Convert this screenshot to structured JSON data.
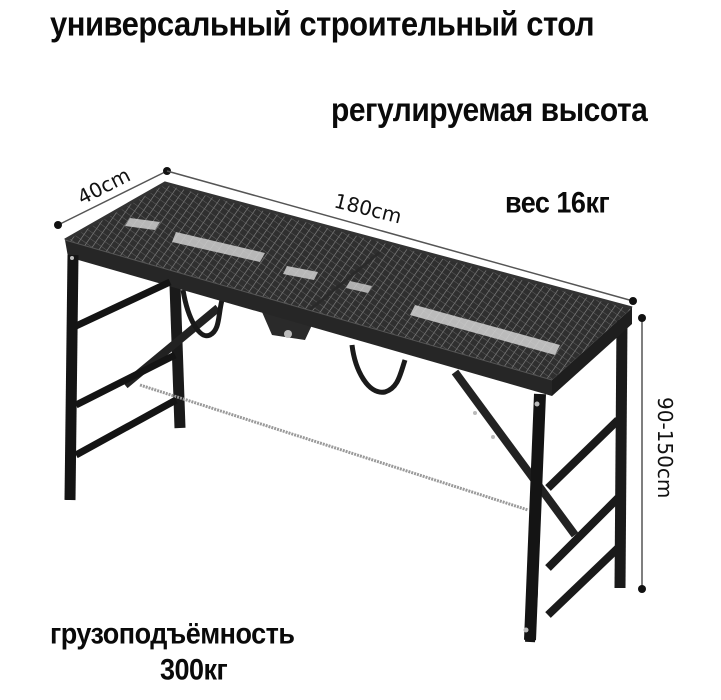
{
  "product": {
    "title": "универсальный строительный стол",
    "feature": "регулируемая высота",
    "weight": "вес 16кг",
    "capacity_label": "грузоподъёмность",
    "capacity_value": "300кг"
  },
  "dimensions": {
    "width": "40cm",
    "length": "180cm",
    "height": "90-150cm"
  },
  "colors": {
    "background": "#ffffff",
    "text": "#0a0a0a",
    "frame": "#1c1c1c",
    "mesh": "#3a3a3a",
    "dimension_line": "#555555"
  }
}
